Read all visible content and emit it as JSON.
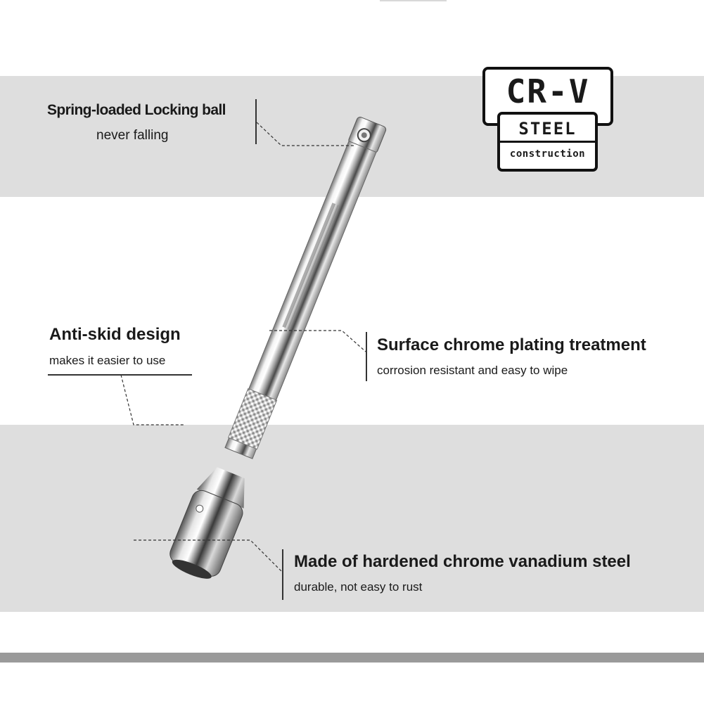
{
  "callouts": {
    "spring": {
      "title": "Spring-loaded Locking ball",
      "subtitle": "never falling"
    },
    "antiskid": {
      "title": "Anti-skid design",
      "subtitle": "makes it easier to use"
    },
    "chrome": {
      "title": "Surface chrome plating treatment",
      "subtitle": "corrosion resistant and easy to wipe"
    },
    "hardened": {
      "title": "Made of hardened chrome vanadium steel",
      "subtitle": "durable, not easy to rust"
    }
  },
  "badge": {
    "main": "CR-V",
    "material": "STEEL",
    "label": "construction"
  },
  "colors": {
    "band": "#dedede",
    "bottom_bar": "#9a9a9a",
    "text": "#1a1a1a",
    "chrome": "#c8c8c8"
  },
  "product": {
    "icon": "socket-extension-bar-icon"
  }
}
